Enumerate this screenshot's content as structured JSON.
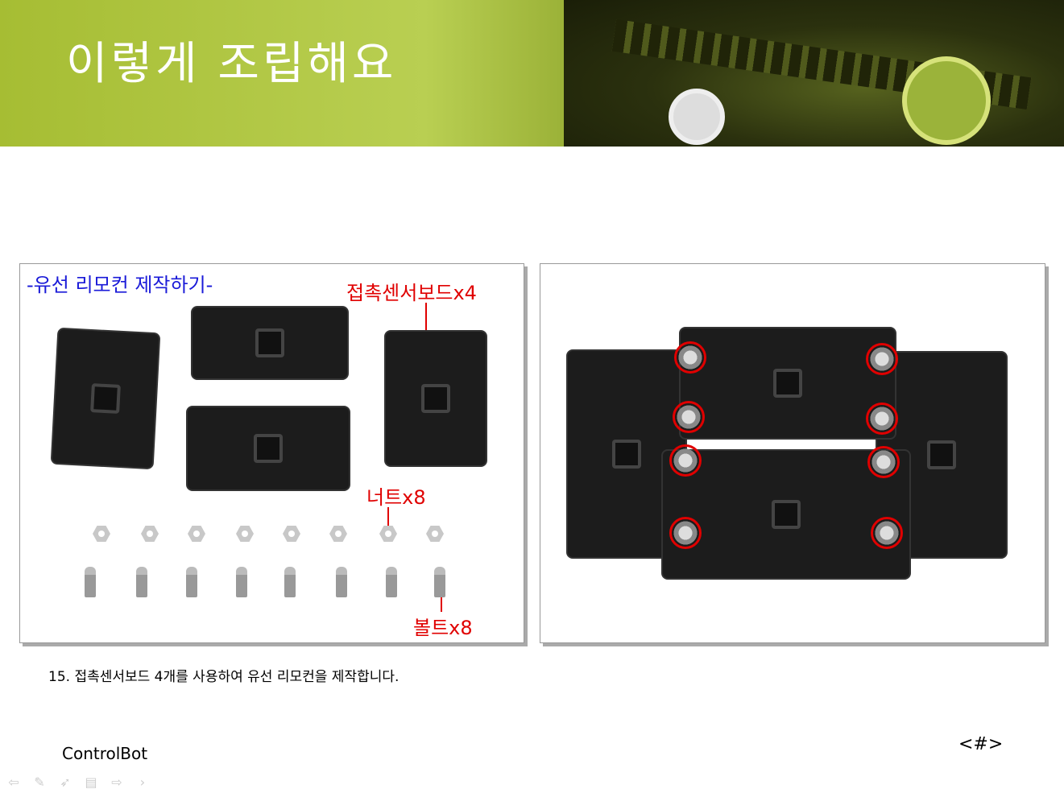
{
  "slide": {
    "title": "이렇게 조립해요",
    "caption": "15. 접촉센서보드 4개를 사용하여 유선 리모컨을 제작합니다.",
    "footer": "ControlBot",
    "page_number": "<#>"
  },
  "left_photo": {
    "subtitle": "-유선 리모컨 제작하기-",
    "labels": {
      "boards": "접촉센서보드x4",
      "nuts": "너트x8",
      "bolts": "볼트x8"
    }
  },
  "nav": {
    "icons": [
      "arrow-left-icon",
      "pen-icon",
      "pointer-icon",
      "menu-icon",
      "arrow-right-icon",
      "chevron-right-icon"
    ],
    "glyphs": [
      "⇦",
      "✎",
      "➶",
      "▤",
      "⇨",
      "›"
    ]
  },
  "colors": {
    "banner": "#a6bd33",
    "label_red": "#e00000",
    "subtitle_blue": "#1a1ad8"
  }
}
